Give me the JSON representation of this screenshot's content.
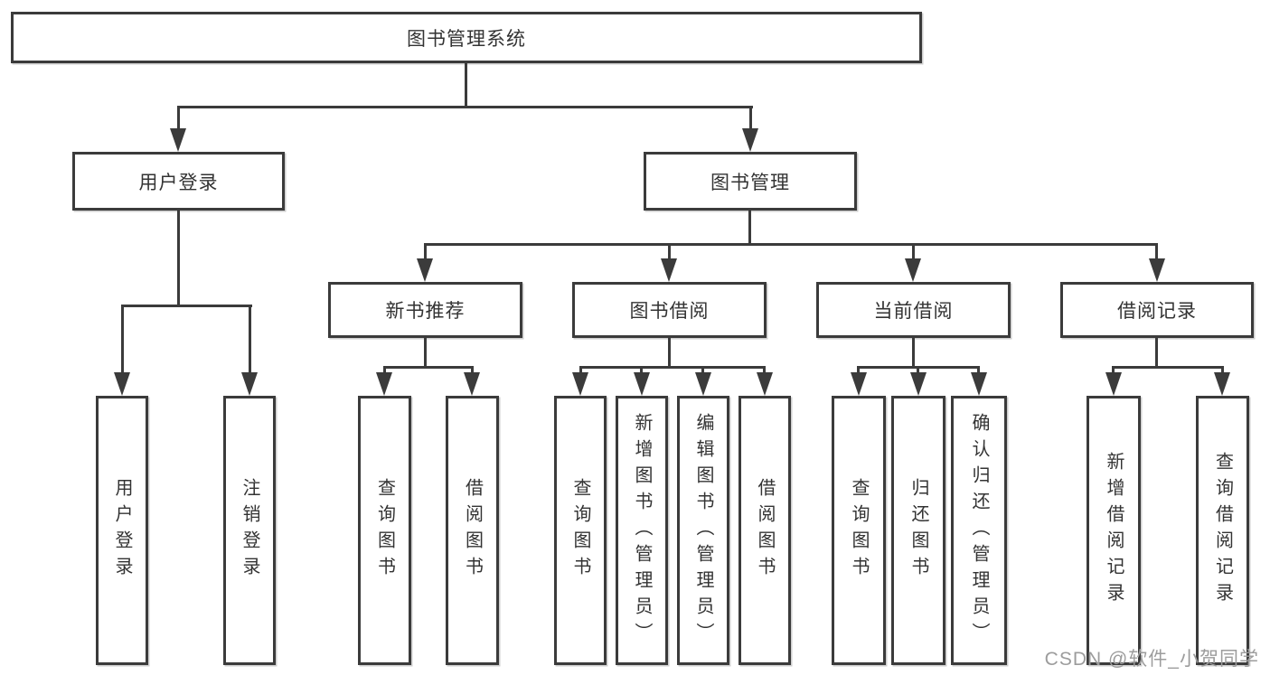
{
  "diagram": {
    "nodes": {
      "root": "图书管理系统",
      "userLogin": "用户登录",
      "bookManagement": "图书管理",
      "newBookRecommend": "新书推荐",
      "bookBorrow": "图书借阅",
      "currentBorrow": "当前借阅",
      "borrowRecords": "借阅记录",
      "leaves": {
        "userLogin": "用户登录",
        "logout": "注销登录",
        "queryBooksRec": "查询图书",
        "borrowBooksRec": "借阅图书",
        "queryBooksBorrow": "查询图书",
        "addBooksAdmin": "新增图书（管理员）",
        "editBooksAdmin": "编辑图书（管理员）",
        "borrowBooksBorrow": "借阅图书",
        "queryBooksCurrent": "查询图书",
        "returnBooks": "归还图书",
        "confirmReturnAdmin": "确认归还（管理员）",
        "addBorrowRecord": "新增借阅记录",
        "queryBorrowRecord": "查询借阅记录"
      }
    },
    "watermark": "CSDN @软件_小贺同学",
    "colors": {
      "line": "#3b3b3b",
      "text": "#333333",
      "watermark": "#9c9c9c",
      "background": "#ffffff"
    }
  }
}
